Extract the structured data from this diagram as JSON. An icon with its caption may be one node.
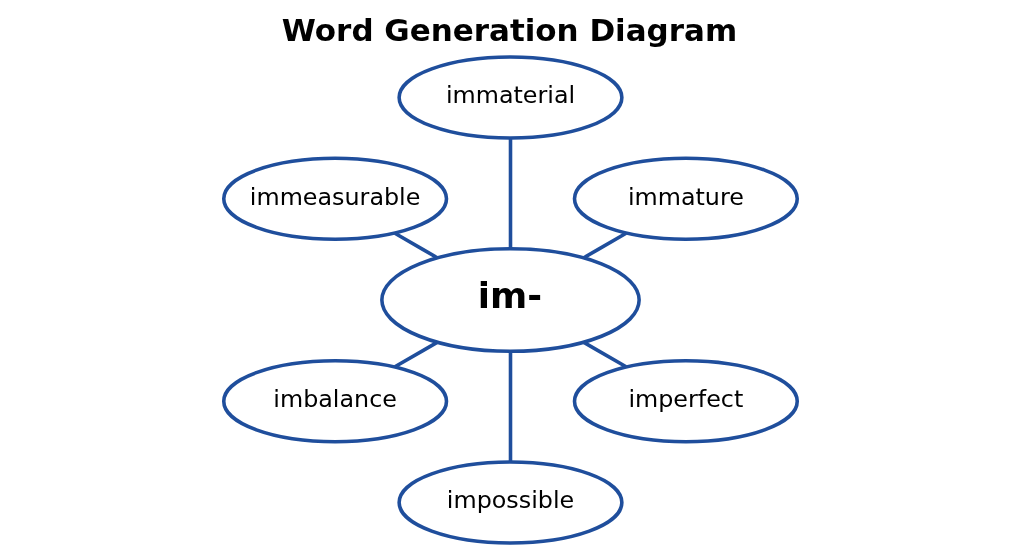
{
  "diagram": {
    "title": "Word Generation Diagram",
    "nodes": [
      {
        "text": [
          "immature"
        ]
      },
      {
        "text": [
          "immaterial"
        ]
      },
      {
        "text": [
          "im-"
        ]
      },
      {
        "text": [
          "immeasurable"
        ]
      },
      {
        "text": [
          "imbalance"
        ]
      },
      {
        "text": [
          "impossible"
        ]
      },
      {
        "text": [
          "imperfect"
        ]
      }
    ],
    "edges": [
      {
        "from": 2,
        "to": 0,
        "arrow": "none"
      },
      {
        "from": 2,
        "to": 1,
        "arrow": "none"
      },
      {
        "from": 2,
        "to": 3,
        "arrow": "none"
      },
      {
        "from": 2,
        "to": 4,
        "arrow": "none"
      },
      {
        "from": 2,
        "to": 5,
        "arrow": "none"
      },
      {
        "from": 2,
        "to": 6,
        "arrow": "none"
      }
    ]
  }
}
